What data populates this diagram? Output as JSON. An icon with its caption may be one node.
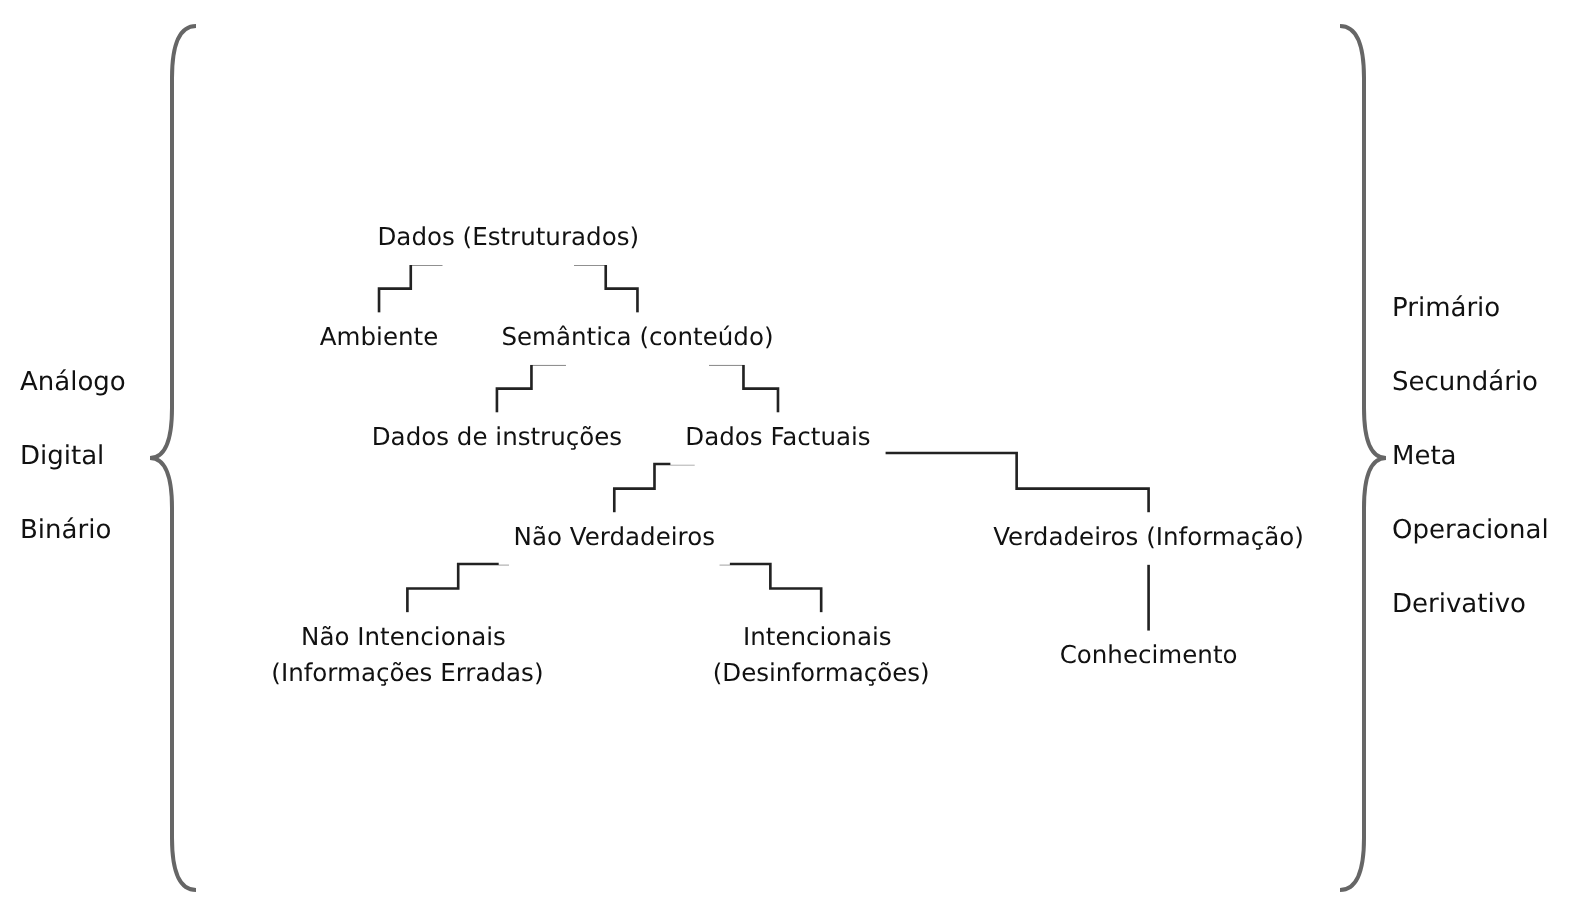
{
  "diagram": {
    "nodes": [
      {
        "text": [
          "Dados (Estruturados)"
        ]
      },
      {
        "text": [
          "Ambiente"
        ]
      },
      {
        "text": [
          "Semântica (conteúdo)"
        ]
      },
      {
        "text": [
          "Dados de instruções"
        ]
      },
      {
        "text": [
          "Dados Factuais"
        ]
      },
      {
        "text": [
          "Não Verdadeiros"
        ]
      },
      {
        "text": [
          "Verdadeiros (Informação)"
        ]
      },
      {
        "text": [
          "Não Intencionais (Informações Erradas)"
        ]
      },
      {
        "text": [
          "Intencionais (Desinformações)"
        ]
      },
      {
        "text": [
          "Conhecimento"
        ]
      }
    ],
    "edges": [
      {
        "from": 0,
        "to": 1,
        "arrow": "none"
      },
      {
        "from": 0,
        "to": 2,
        "arrow": "none"
      },
      {
        "from": 2,
        "to": 3,
        "arrow": "none"
      },
      {
        "from": 2,
        "to": 4,
        "arrow": "none"
      },
      {
        "from": 4,
        "to": 5,
        "arrow": "none"
      },
      {
        "from": 4,
        "to": 6,
        "arrow": "none"
      },
      {
        "from": 5,
        "to": 7,
        "arrow": "none"
      },
      {
        "from": 5,
        "to": 8,
        "arrow": "none"
      },
      {
        "from": 6,
        "to": 9,
        "arrow": "none"
      }
    ],
    "labels": [
      "Análogo",
      "Digital",
      "Binário",
      "Primário",
      "Secundário",
      "Meta",
      "Operacional",
      "Derivativo"
    ]
  }
}
